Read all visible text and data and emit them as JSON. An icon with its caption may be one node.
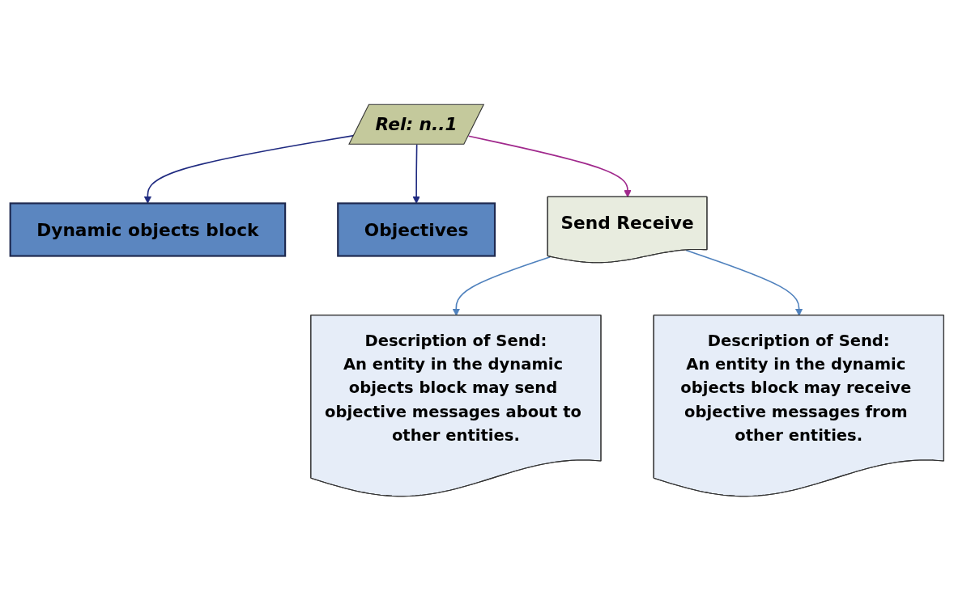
{
  "diagram": {
    "nodes": [
      {
        "text": [
          "Dynamic objects block"
        ]
      },
      {
        "text": [
          "Rel: n..1"
        ]
      },
      {
        "text": [
          "Objectives"
        ]
      },
      {
        "text": [
          "Send Receive"
        ]
      },
      {
        "text": [
          "Description of Send:",
          "An entity in the dynamic objects block may send objective messages about to other entities."
        ]
      },
      {
        "text": [
          "Description of Send:",
          "An entity in the dynamic objects block may receive objective messages from other entities."
        ]
      }
    ],
    "edges": [
      {
        "from": 1,
        "to": 0,
        "arrow": "to",
        "color": "#1f2a80"
      },
      {
        "from": 1,
        "to": 2,
        "arrow": "to",
        "color": "#1f2a80"
      },
      {
        "from": 1,
        "to": 3,
        "arrow": "to",
        "color": "#a0288c"
      },
      {
        "from": 3,
        "to": 4,
        "arrow": "to",
        "color": "#4f81bd"
      },
      {
        "from": 3,
        "to": 5,
        "arrow": "to",
        "color": "#4f81bd"
      }
    ]
  }
}
